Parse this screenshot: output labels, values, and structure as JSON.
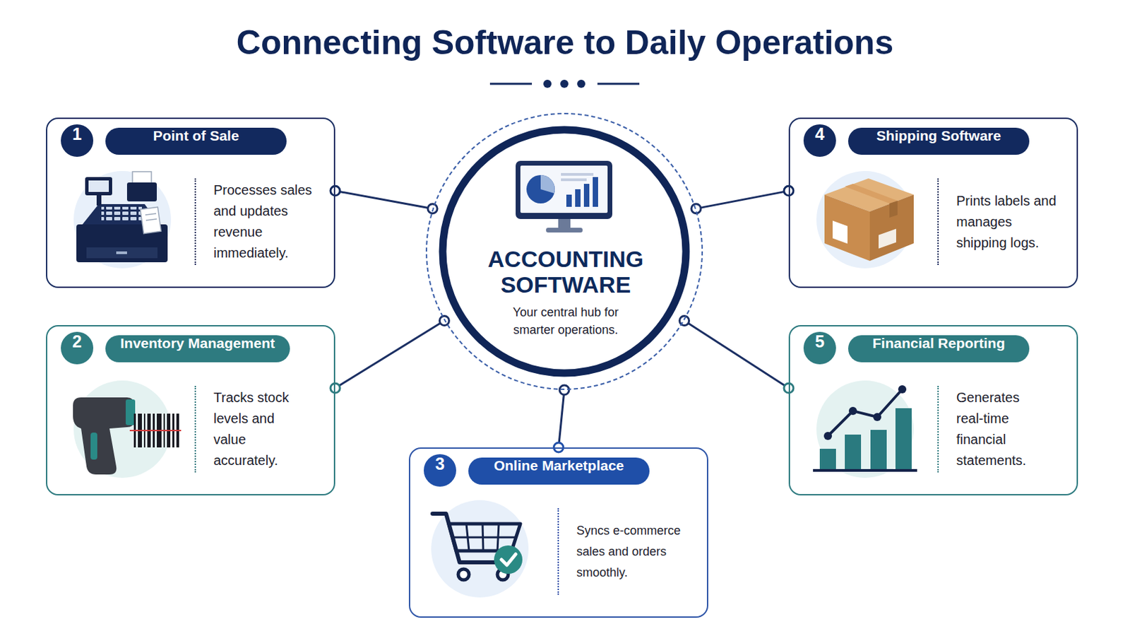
{
  "diagram": {
    "title": "Connecting Software to Daily Operations",
    "nodes": [
      {
        "text": [
          "Point of Sale",
          "Processes sales and updates revenue immediately."
        ]
      },
      {
        "text": [
          "Inventory Management",
          "Tracks stock levels and value accurately."
        ]
      },
      {
        "text": [
          "Online Marketplace",
          "Syncs e-commerce sales and orders smoothly."
        ]
      },
      {
        "text": [
          "Shipping Software",
          "Prints labels and manages shipping logs."
        ]
      },
      {
        "text": [
          "Financial Reporting",
          "Generates real-time financial statements."
        ]
      },
      {
        "text": [
          "ACCOUNTING SOFTWARE",
          "Your central hub for smarter operations."
        ]
      }
    ],
    "edges": [
      {
        "from": 5,
        "to": 0,
        "arrow": "none"
      },
      {
        "from": 5,
        "to": 1,
        "arrow": "none"
      },
      {
        "from": 5,
        "to": 2,
        "arrow": "none"
      },
      {
        "from": 5,
        "to": 3,
        "arrow": "none"
      },
      {
        "from": 5,
        "to": 4,
        "arrow": "none"
      }
    ],
    "labels": [
      "1",
      "2",
      "3",
      "4",
      "5"
    ]
  }
}
